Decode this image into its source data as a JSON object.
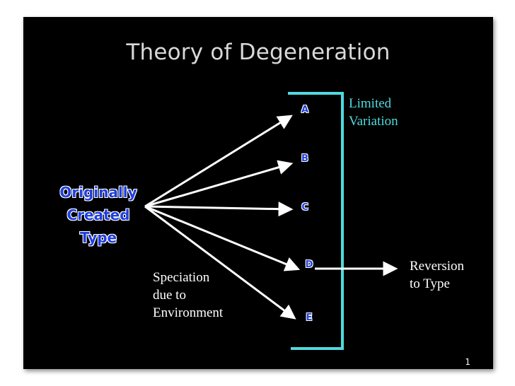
{
  "slide": {
    "title": "Theory of Degeneration",
    "page_number": "1"
  },
  "origin": {
    "lines": [
      "Originally",
      "Created",
      "Type"
    ]
  },
  "variants": [
    "A",
    "B",
    "C",
    "D",
    "E"
  ],
  "bracket_label": {
    "lines": [
      "Limited",
      "Variation"
    ]
  },
  "speciation_label": {
    "lines": [
      "Speciation",
      "due to",
      "Environment"
    ]
  },
  "reversion_label": {
    "lines": [
      "Reversion",
      "to Type"
    ]
  },
  "colors": {
    "background": "#000000",
    "bracket": "#4fdadf",
    "arrows": "#ffffff",
    "type_text": "#1f3fe0",
    "title": "#d9d9d9"
  }
}
